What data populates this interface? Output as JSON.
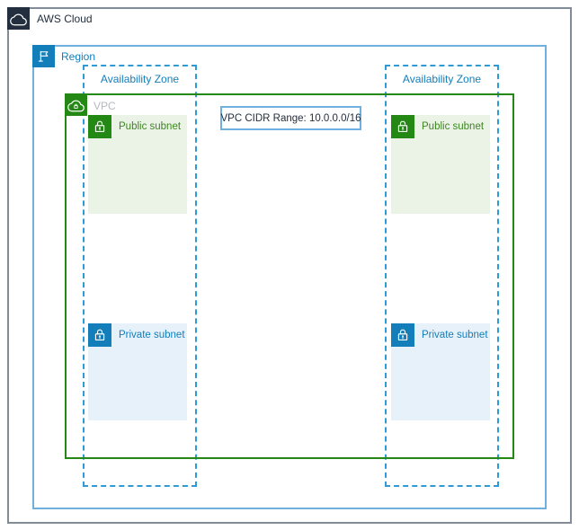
{
  "aws_cloud": {
    "label": "AWS Cloud"
  },
  "region": {
    "label": "Region"
  },
  "availability_zone": {
    "label": "Availability Zone"
  },
  "vpc": {
    "label": "VPC",
    "cidr_callout": "VPC CIDR Range: 10.0.0.0/16"
  },
  "subnets": {
    "public_label": "Public subnet",
    "private_label": "Private subnet"
  },
  "icons": {
    "aws_cloud": "cloud-icon",
    "region": "flag-icon",
    "vpc": "vpc-cloud-icon",
    "public_subnet": "unlocked-padlock-icon",
    "private_subnet": "locked-padlock-icon"
  },
  "colors": {
    "aws_dark": "#232F3E",
    "outer_border_gray": "#828C98",
    "region_border_blue": "#70B0DE",
    "az_dash_blue": "#2E9BD6",
    "blue": "#147EBA",
    "vpc_green": "#248814",
    "public_text_green": "#3F8624",
    "public_subnet_bg": "#EAF3E5",
    "private_subnet_bg": "#E7F1F9",
    "vpc_label_gray": "#B3BAC1"
  }
}
